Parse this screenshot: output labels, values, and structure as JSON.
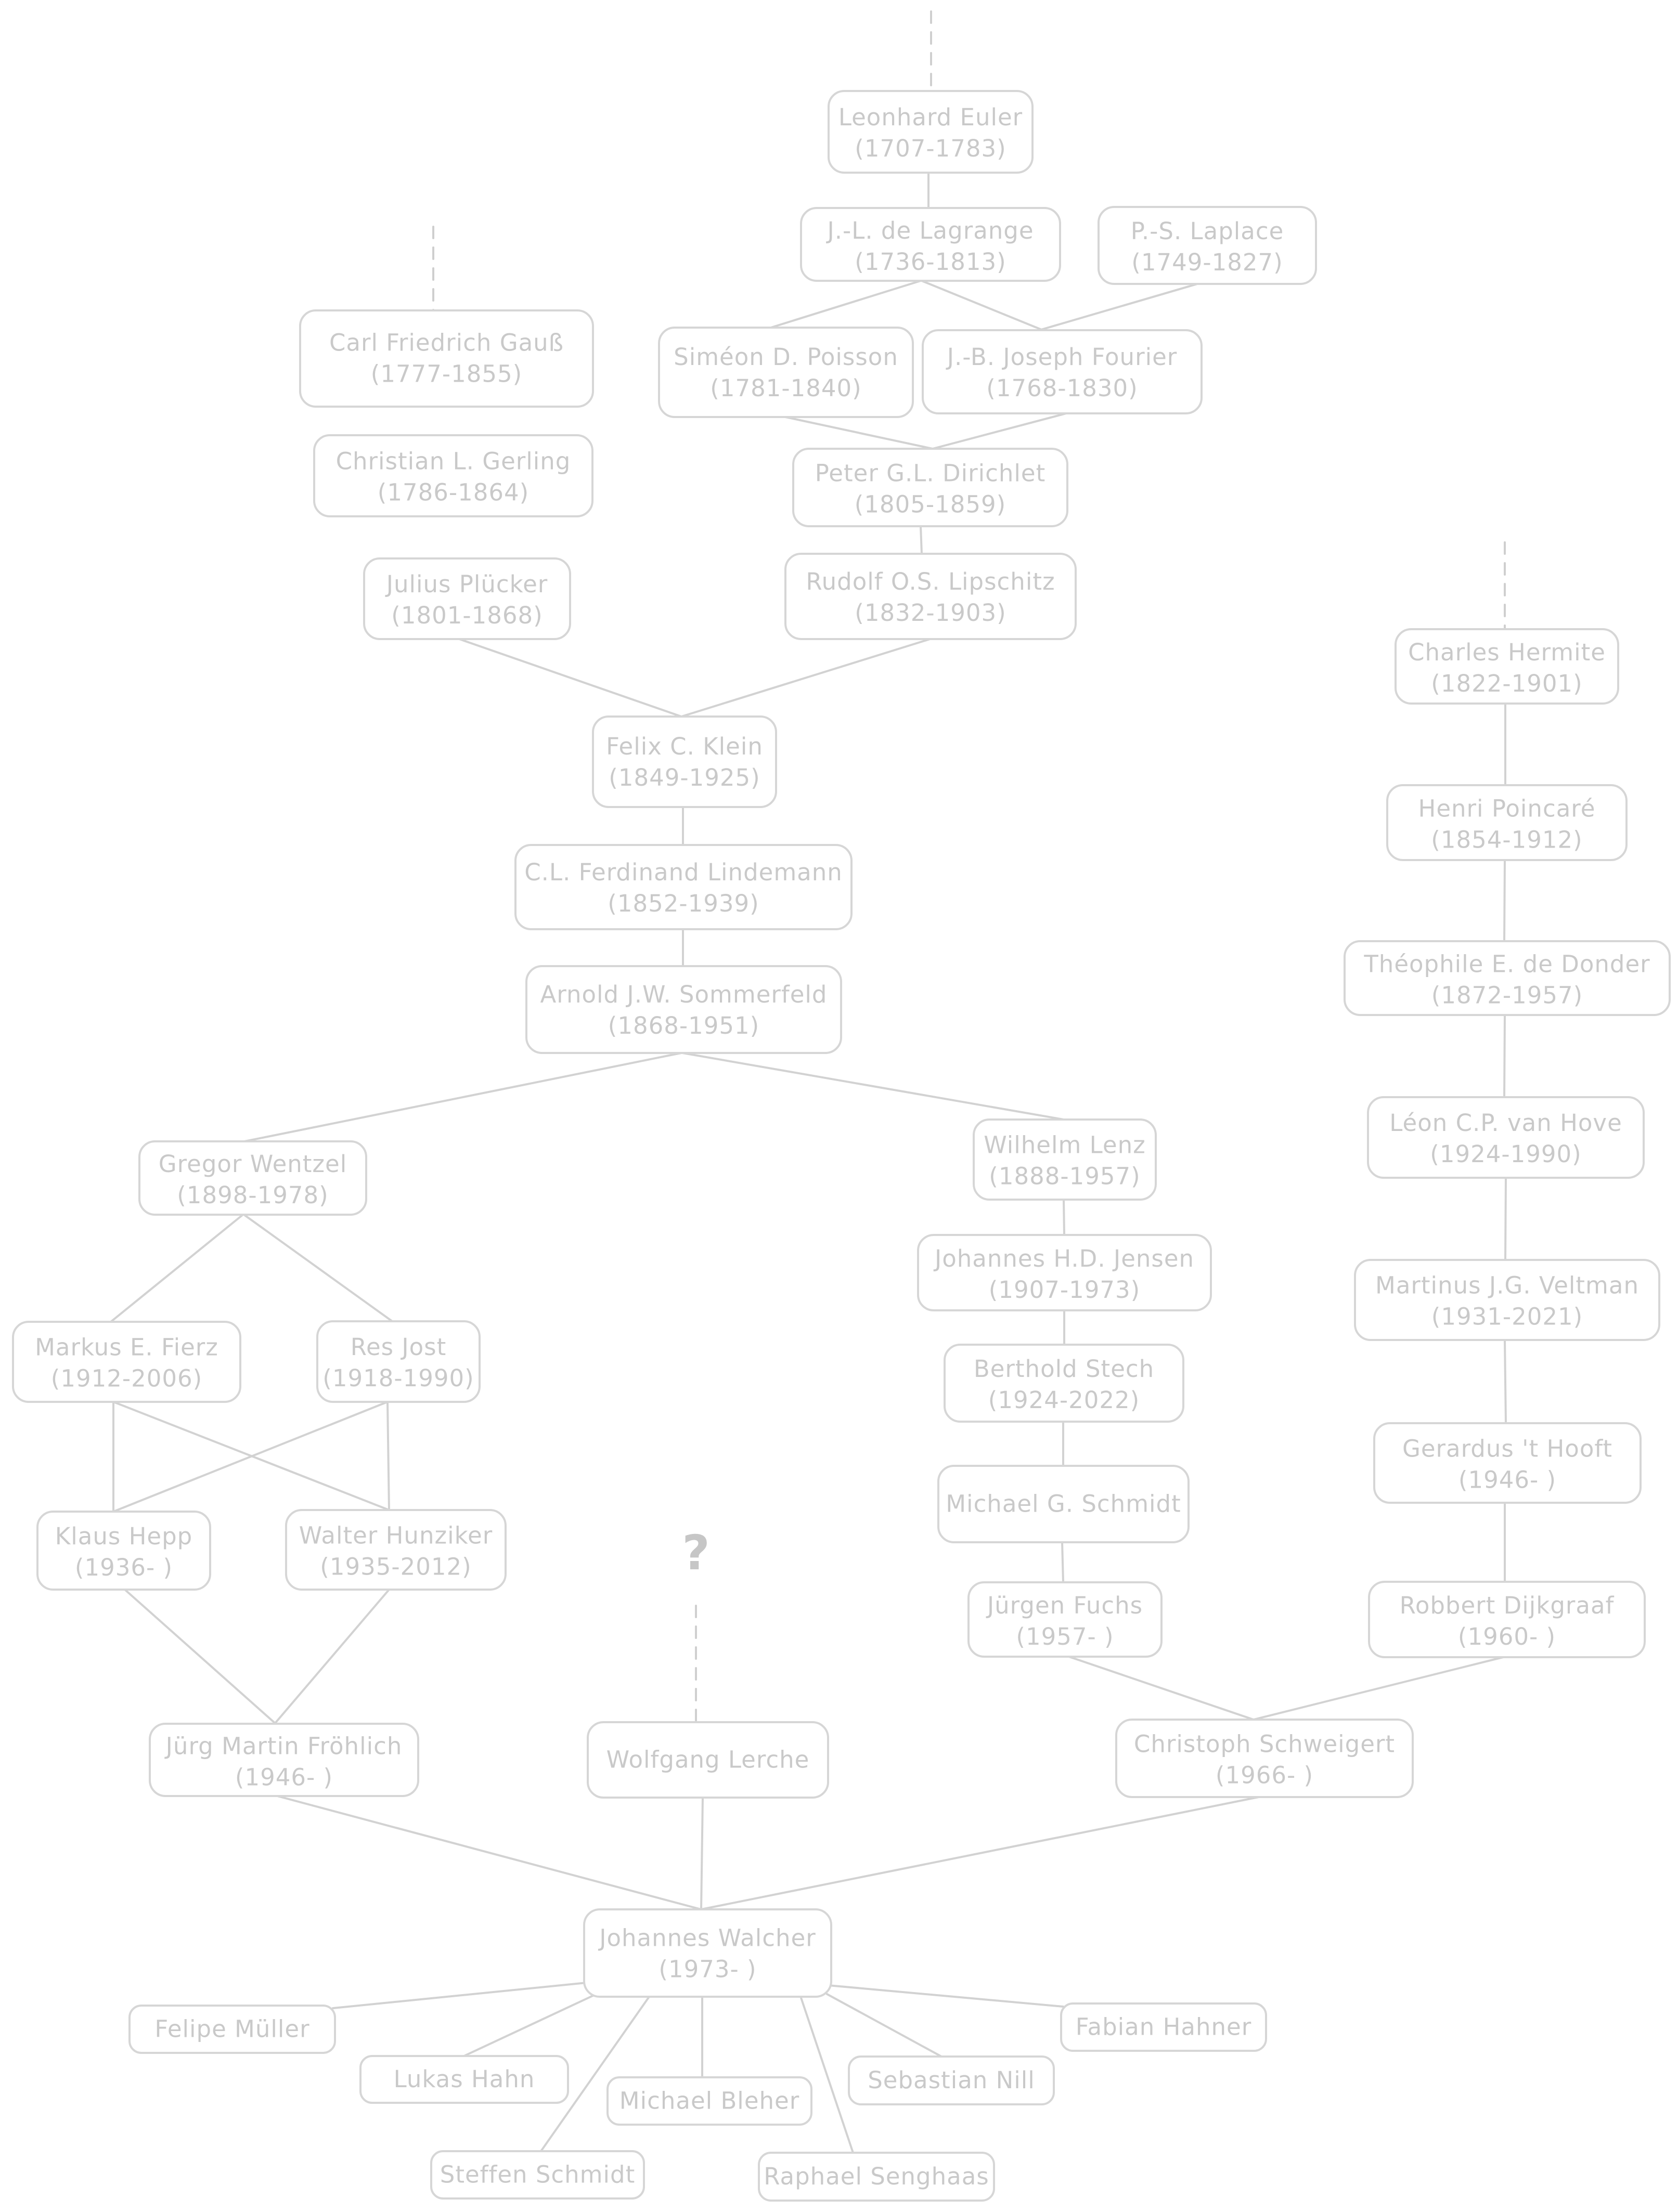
{
  "unknown_marker": "?",
  "nodes": {
    "euler": {
      "name": "Leonhard Euler",
      "years": "(1707-1783)"
    },
    "lagrange": {
      "name": "J.-L. de Lagrange",
      "years": "(1736-1813)"
    },
    "laplace": {
      "name": "P.-S. Laplace",
      "years": "(1749-1827)"
    },
    "gauss": {
      "name": "Carl Friedrich Gauß",
      "years": "(1777-1855)"
    },
    "poisson": {
      "name": "Siméon D. Poisson",
      "years": "(1781-1840)"
    },
    "fourier": {
      "name": "J.-B. Joseph Fourier",
      "years": "(1768-1830)"
    },
    "gerling": {
      "name": "Christian L. Gerling",
      "years": "(1786-1864)"
    },
    "dirichlet": {
      "name": "Peter G.L. Dirichlet",
      "years": "(1805-1859)"
    },
    "plucker": {
      "name": "Julius Plücker",
      "years": "(1801-1868)"
    },
    "lipschitz": {
      "name": "Rudolf O.S. Lipschitz",
      "years": "(1832-1903)"
    },
    "hermite": {
      "name": "Charles Hermite",
      "years": "(1822-1901)"
    },
    "klein": {
      "name": "Felix C. Klein",
      "years": "(1849-1925)"
    },
    "poincare": {
      "name": "Henri Poincaré",
      "years": "(1854-1912)"
    },
    "lindemann": {
      "name": "C.L. Ferdinand Lindemann",
      "years": "(1852-1939)"
    },
    "dedonder": {
      "name": "Théophile E. de Donder",
      "years": "(1872-1957)"
    },
    "sommerfeld": {
      "name": "Arnold J.W. Sommerfeld",
      "years": "(1868-1951)"
    },
    "vanhove": {
      "name": "Léon C.P. van Hove",
      "years": "(1924-1990)"
    },
    "wentzel": {
      "name": "Gregor Wentzel",
      "years": "(1898-1978)"
    },
    "lenz": {
      "name": "Wilhelm Lenz",
      "years": "(1888-1957)"
    },
    "jensen": {
      "name": "Johannes H.D. Jensen",
      "years": "(1907-1973)"
    },
    "veltman": {
      "name": "Martinus J.G. Veltman",
      "years": "(1931-2021)"
    },
    "fierz": {
      "name": "Markus E. Fierz",
      "years": "(1912-2006)"
    },
    "jost": {
      "name": "Res Jost",
      "years": "(1918-1990)"
    },
    "stech": {
      "name": "Berthold Stech",
      "years": "(1924-2022)"
    },
    "thooft": {
      "name": "Gerardus 't Hooft",
      "years": "(1946- )"
    },
    "schmidt_mg": {
      "name": "Michael G. Schmidt",
      "years": ""
    },
    "hepp": {
      "name": "Klaus Hepp",
      "years": "(1936- )"
    },
    "hunziker": {
      "name": "Walter Hunziker",
      "years": "(1935-2012)"
    },
    "fuchs": {
      "name": "Jürgen Fuchs",
      "years": "(1957- )"
    },
    "dijkgraaf": {
      "name": "Robbert Dijkgraaf",
      "years": "(1960- )"
    },
    "frohlich": {
      "name": "Jürg Martin Fröhlich",
      "years": "(1946- )"
    },
    "lerche": {
      "name": "Wolfgang Lerche",
      "years": ""
    },
    "schweigert": {
      "name": "Christoph Schweigert",
      "years": "(1966- )"
    },
    "walcher": {
      "name": "Johannes Walcher",
      "years": "(1973- )"
    },
    "muller": {
      "name": "Felipe Müller",
      "years": ""
    },
    "hahner": {
      "name": "Fabian Hahner",
      "years": ""
    },
    "hahn": {
      "name": "Lukas Hahn",
      "years": ""
    },
    "nill": {
      "name": "Sebastian Nill",
      "years": ""
    },
    "bleher": {
      "name": "Michael Bleher",
      "years": ""
    },
    "schmidt_s": {
      "name": "Steffen Schmidt",
      "years": ""
    },
    "senghaas": {
      "name": "Raphael Senghaas",
      "years": ""
    }
  }
}
